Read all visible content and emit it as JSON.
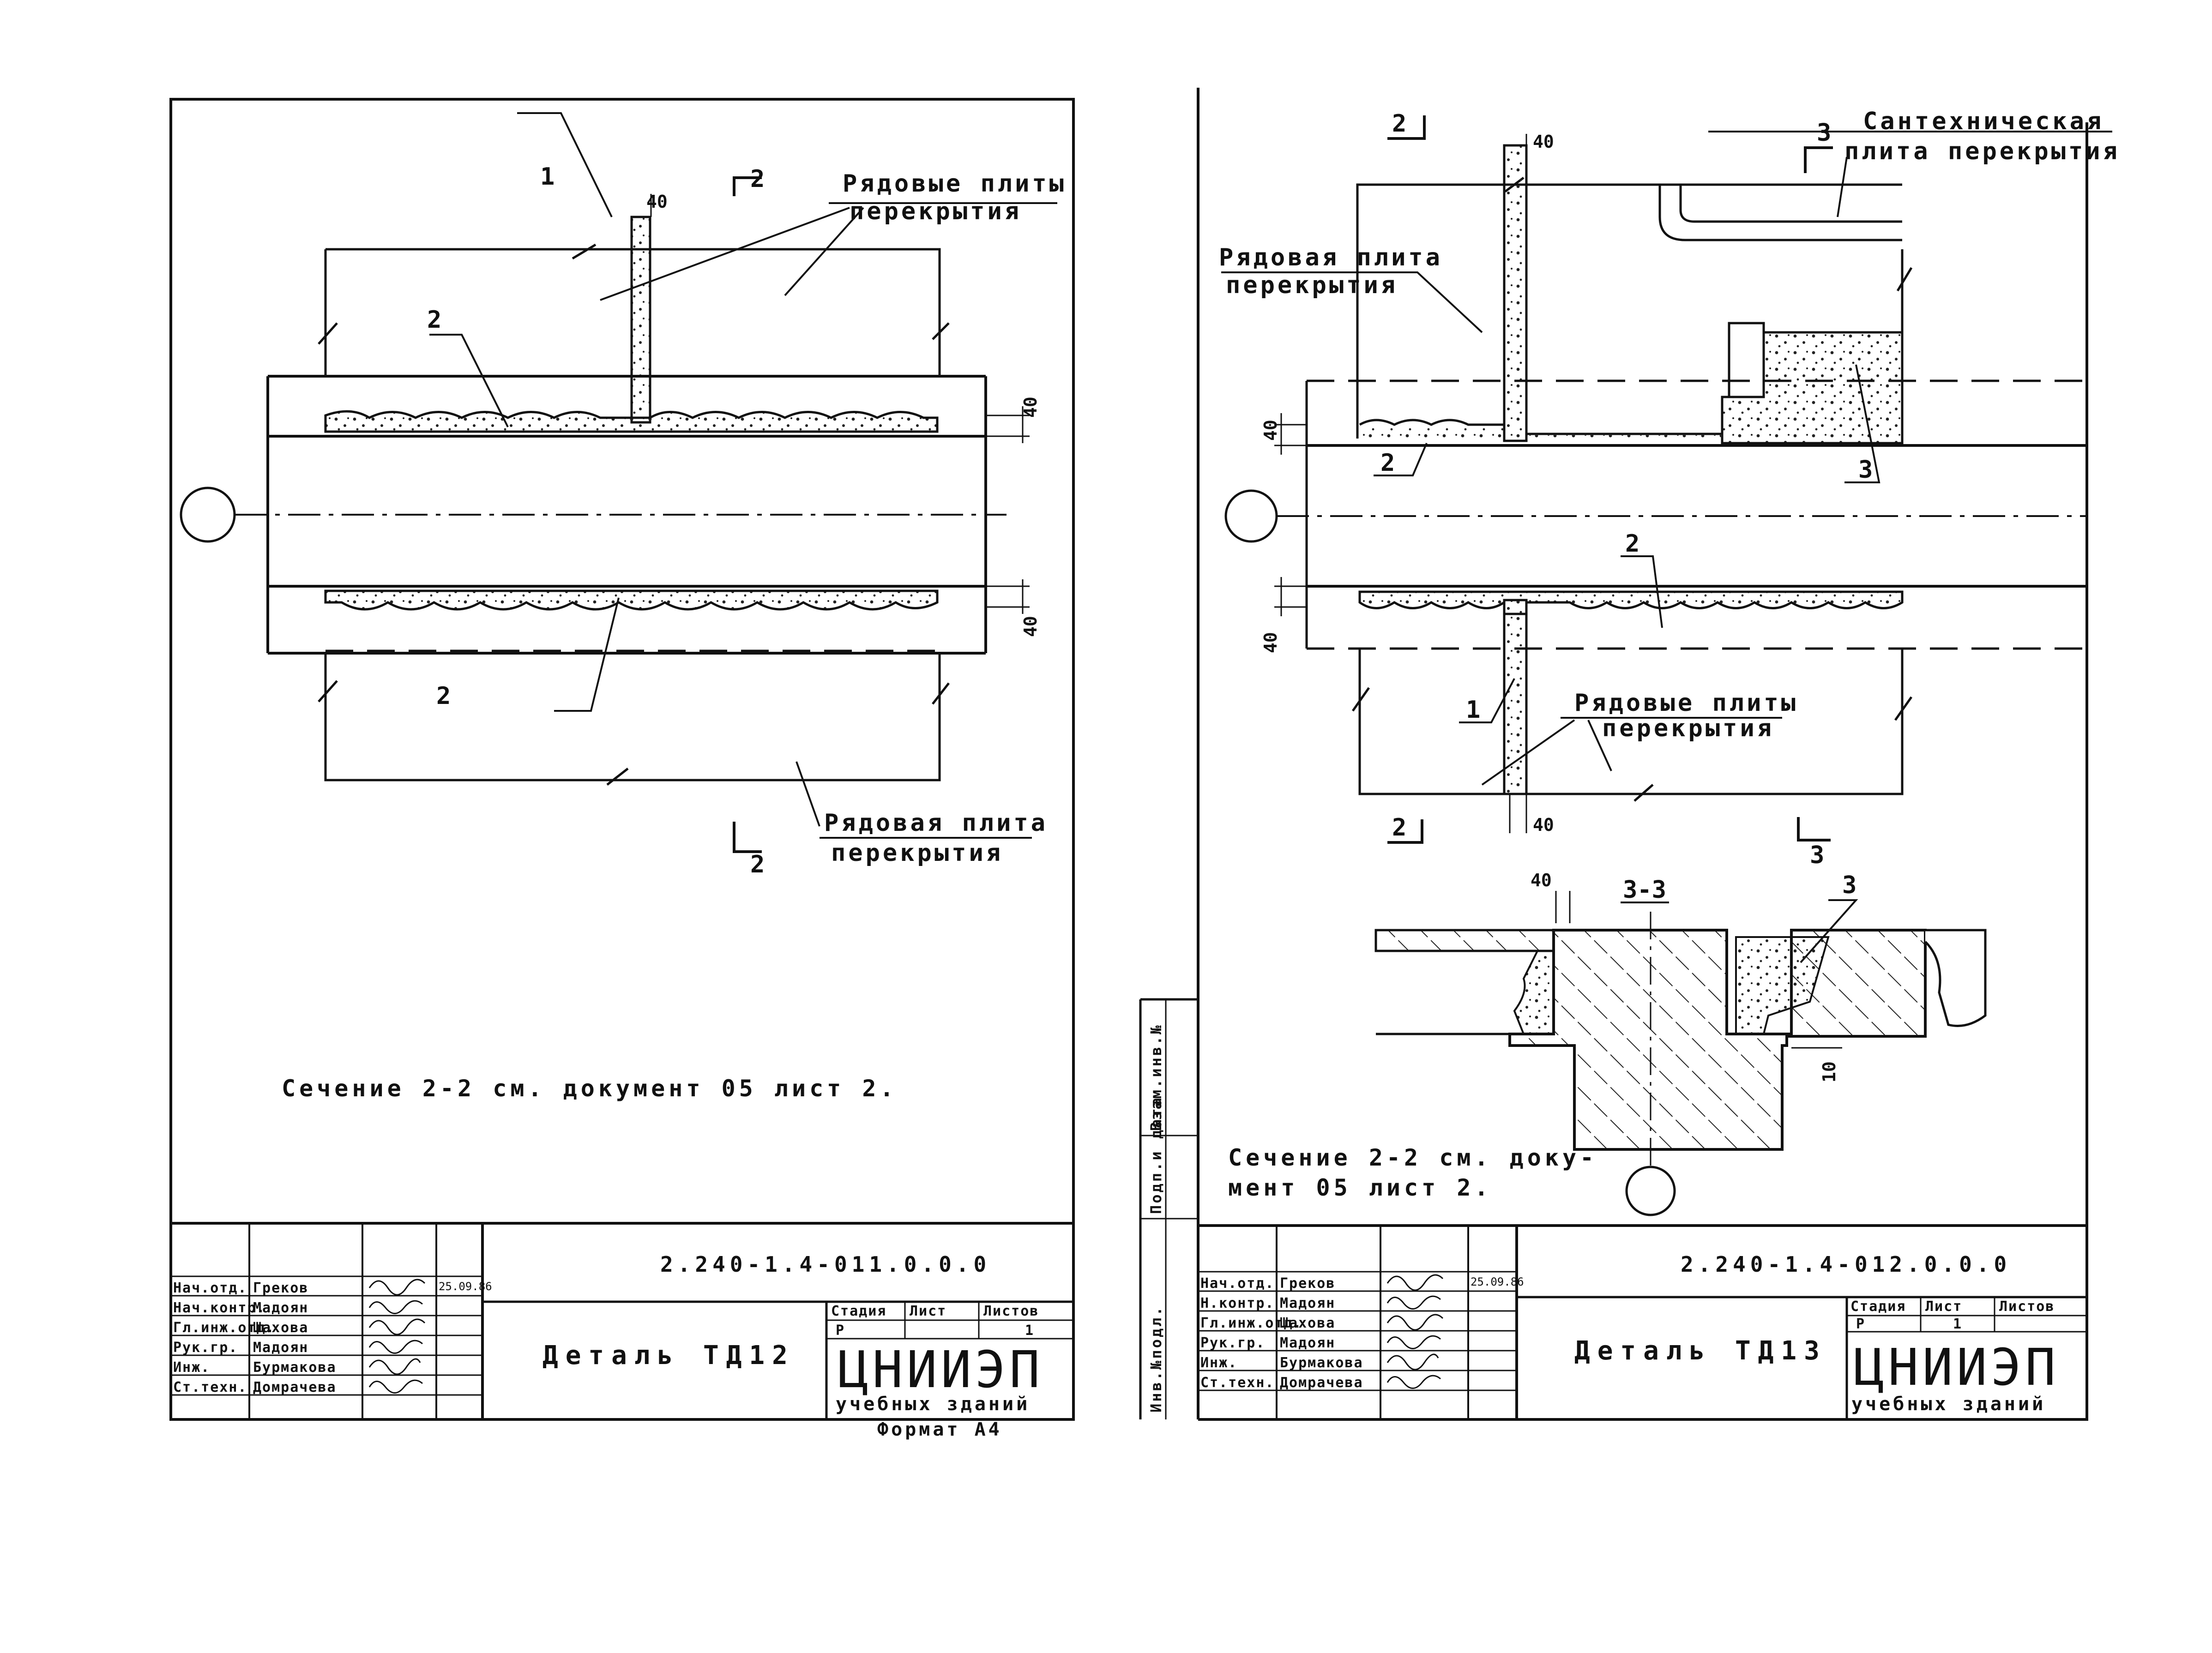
{
  "left_sheet": {
    "callouts": {
      "leader_1": "1",
      "leader_2a": "2",
      "leader_2b": "2",
      "dim_top": "40",
      "dim_right_top": "40",
      "dim_right_bottom": "40",
      "section_top": "2",
      "section_bottom": "2"
    },
    "labels": {
      "row_slabs_line1": "Рядовые плиты",
      "row_slabs_line2": "перекрытия",
      "row_slab_line1": "Рядовая плита",
      "row_slab_line2": "перекрытия"
    },
    "note": "Сечение 2-2 см. документ 05 лист 2.",
    "title_block": {
      "roles": [
        "Нач.отд.",
        "Нач.контр.",
        "Гл.инж.отд.",
        "Рук.гр.",
        "Инж.",
        "Ст.техн."
      ],
      "names": [
        "Греков",
        "Мадоян",
        "Шахова",
        "Мадоян",
        "Бурмакова",
        "Домрачева"
      ],
      "date": "25.09.86",
      "code": "2.240-1.4-011.0.0.0",
      "title": "Деталь ТД12",
      "stage_header": "Стадия",
      "sheet_header": "Лист",
      "sheets_header": "Листов",
      "stage": "Р",
      "sheet": "1",
      "org": "ЦНИИЭП",
      "org_sub": "учебных зданий",
      "format": "Формат А4"
    }
  },
  "right_sheet": {
    "callouts": {
      "section_2_top": "2",
      "section_3_top": "3",
      "dim_top": "40",
      "dim_left_top": "40",
      "dim_left_bottom": "40",
      "dim_bottom": "40",
      "leader_2a": "2",
      "leader_2b": "2",
      "leader_3": "3",
      "leader_1": "1",
      "section_2_bottom": "2",
      "section_3_bottom": "3",
      "section_title": "3-3",
      "dim_33_40": "40",
      "dim_33_3": "3",
      "dim_33_10": "10"
    },
    "labels": {
      "sanitary_line1": "Сантехническая",
      "sanitary_line2": "плита перекрытия",
      "row_slab_line1": "Рядовая плита",
      "row_slab_line2": "перекрытия",
      "row_slabs_line1": "Рядовые плиты",
      "row_slabs_line2": "перекрытия"
    },
    "note_line1": "Сечение 2-2 см. доку-",
    "note_line2": "мент 05 лист 2.",
    "side_stamp": [
      "Инв.№подл.",
      "Подп.и дата",
      "Взам.инв.№"
    ],
    "title_block": {
      "roles": [
        "Нач.отд.",
        "Н.контр.",
        "Гл.инж.отд.",
        "Рук.гр.",
        "Инж.",
        "Ст.техн."
      ],
      "names": [
        "Греков",
        "Мадоян",
        "Шахова",
        "Мадоян",
        "Бурмакова",
        "Домрачева"
      ],
      "date": "25.09.86",
      "code": "2.240-1.4-012.0.0.0",
      "title": "Деталь ТД13",
      "stage_header": "Стадия",
      "sheet_header": "Лист",
      "sheets_header": "Листов",
      "stage": "Р",
      "sheet": "1",
      "org": "ЦНИИЭП",
      "org_sub": "учебных зданий"
    }
  }
}
